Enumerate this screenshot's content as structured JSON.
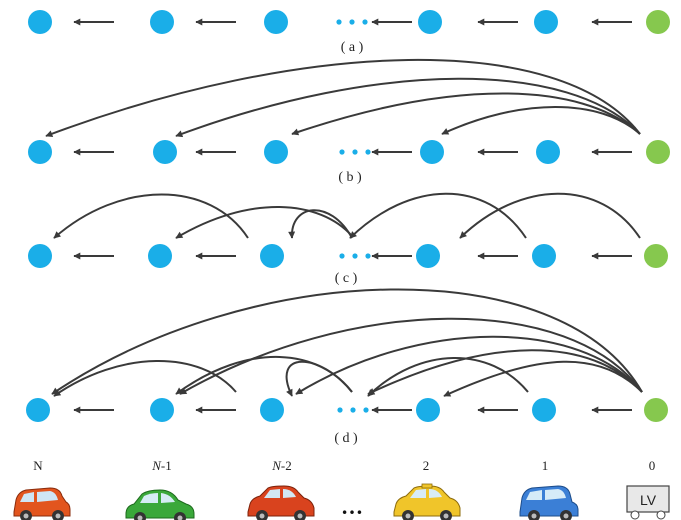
{
  "captions": [
    "( a )",
    "( b )",
    "( c )",
    "( d )"
  ],
  "vehicles": {
    "labels": [
      {
        "main": "N",
        "suffix": "",
        "italic": false
      },
      {
        "main": "N",
        "suffix": "-1",
        "italic": true
      },
      {
        "main": "N",
        "suffix": "-2",
        "italic": true
      },
      {
        "main": "2",
        "suffix": "",
        "italic": false
      },
      {
        "main": "1",
        "suffix": "",
        "italic": false
      },
      {
        "main": "0",
        "suffix": "",
        "italic": false
      }
    ],
    "leader_box_label": "LV",
    "car_colors": [
      "#e2551e",
      "#3aa83a",
      "#d9431e",
      "#f0c52a",
      "#3b7fd6"
    ],
    "ellipsis": "…"
  },
  "colors": {
    "follower_node": "#1aaee8",
    "leader_node": "#86c84e",
    "arrow": "#3a3a3a",
    "ellipsis_dots": "#1aaee8"
  }
}
